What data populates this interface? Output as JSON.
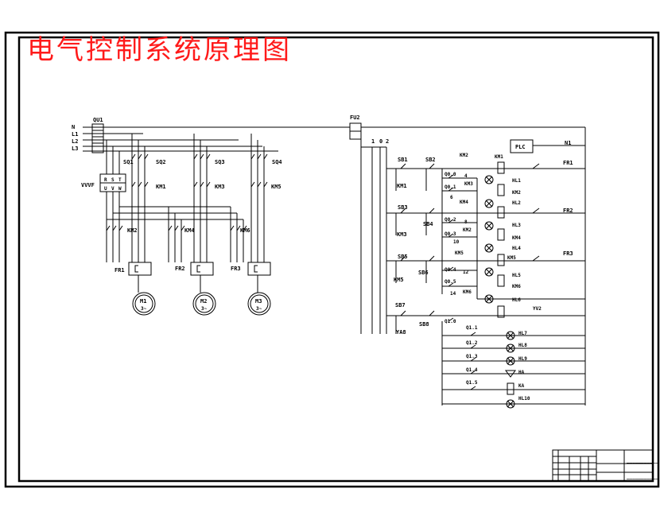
{
  "title": "电气控制系统原理图",
  "power": {
    "bus_labels": [
      "N",
      "L1",
      "L2",
      "L3"
    ],
    "breaker": "QU1",
    "vvvf": "VVVF",
    "vvvf_terminals": [
      "R",
      "S",
      "T",
      "U",
      "V",
      "W"
    ],
    "sq": [
      "SQ1",
      "SQ2",
      "SQ3",
      "SQ4"
    ],
    "km_top": [
      "KM1",
      "KM3",
      "KM5"
    ],
    "km_bottom": [
      "KM2",
      "KM4",
      "KM6"
    ],
    "fr": [
      "FR1",
      "FR2",
      "FR3"
    ],
    "motors": [
      {
        "name": "M1",
        "phase": "3~"
      },
      {
        "name": "M2",
        "phase": "3~"
      },
      {
        "name": "M3",
        "phase": "3~"
      }
    ]
  },
  "control": {
    "fuse": "FU2",
    "plc": "PLC",
    "selector": [
      "1",
      "0",
      "2"
    ],
    "sb_left": [
      "SB1",
      "SB3",
      "SB5",
      "SB7"
    ],
    "sb_right": [
      "SB2",
      "SB4",
      "SB6",
      "SB8"
    ],
    "km_hold": [
      "KM1",
      "KM3",
      "KM5",
      "YA8"
    ],
    "q_contacts": [
      "Q0.0",
      "Q0.1",
      "Q0.2",
      "Q0.3",
      "Q0.4",
      "Q0.5",
      "Q1.0",
      "Q1.1",
      "Q1.2",
      "Q1.3",
      "Q1.4",
      "Q1.5"
    ],
    "numbers": [
      "4",
      "6",
      "8",
      "10",
      "12",
      "14"
    ],
    "coils": [
      "KM1",
      "KM2",
      "KM3",
      "KM4",
      "KM5",
      "KM6",
      "KM1",
      "KM2",
      "KM3",
      "KM4",
      "KM5",
      "KM6"
    ],
    "lamps": [
      "HL1",
      "HL2",
      "HL3",
      "HL4",
      "HL5",
      "HL6",
      "HL7",
      "HL8",
      "HL9",
      "HL10"
    ],
    "right_labels": [
      "N1",
      "FR1",
      "FR2",
      "FR3",
      "YV2",
      "HA",
      "KA"
    ]
  },
  "title_block": {
    "text_a": "___________",
    "text_b": "___________"
  }
}
